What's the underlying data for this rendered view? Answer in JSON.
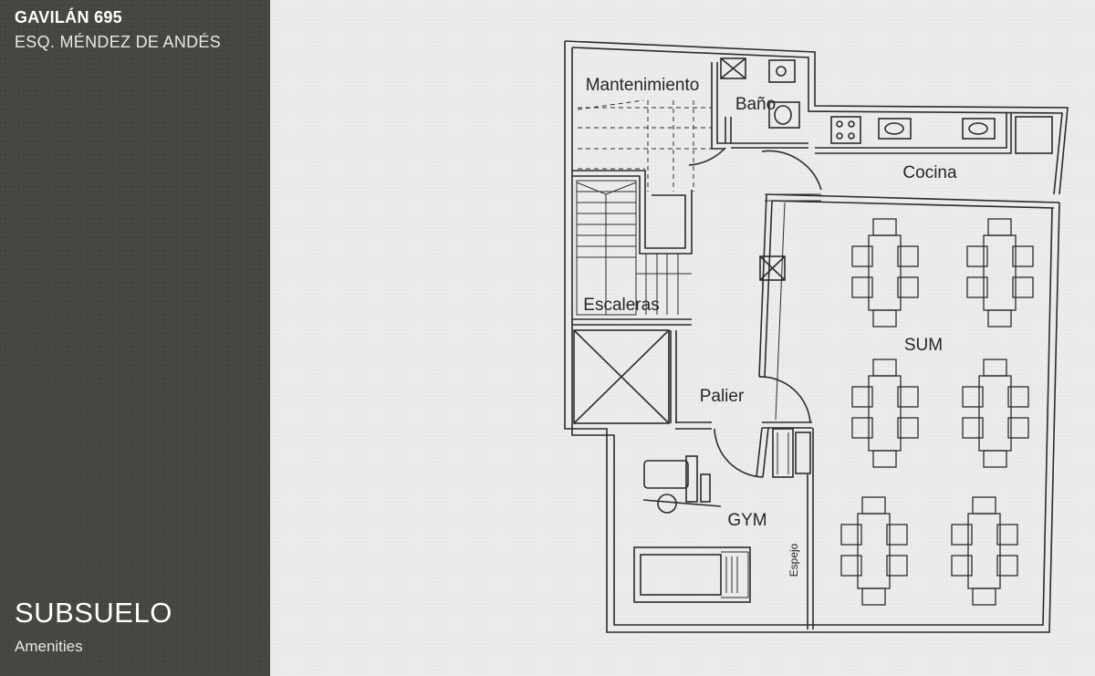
{
  "header": {
    "title": "GAVILÁN 695",
    "subtitle": "ESQ. MÉNDEZ DE ANDÉS"
  },
  "footer": {
    "level": "SUBSUELO",
    "level_desc": "Amenities"
  },
  "rooms": {
    "mantenimiento": "Mantenimiento",
    "bano": "Baño",
    "cocina": "Cocina",
    "escaleras": "Escaleras",
    "sum": "SUM",
    "palier": "Palier",
    "gym": "GYM",
    "espejo": "Espejo"
  },
  "colors": {
    "sidebar": "#47453f",
    "background": "#edecea",
    "lines": "#2b2b2b"
  }
}
